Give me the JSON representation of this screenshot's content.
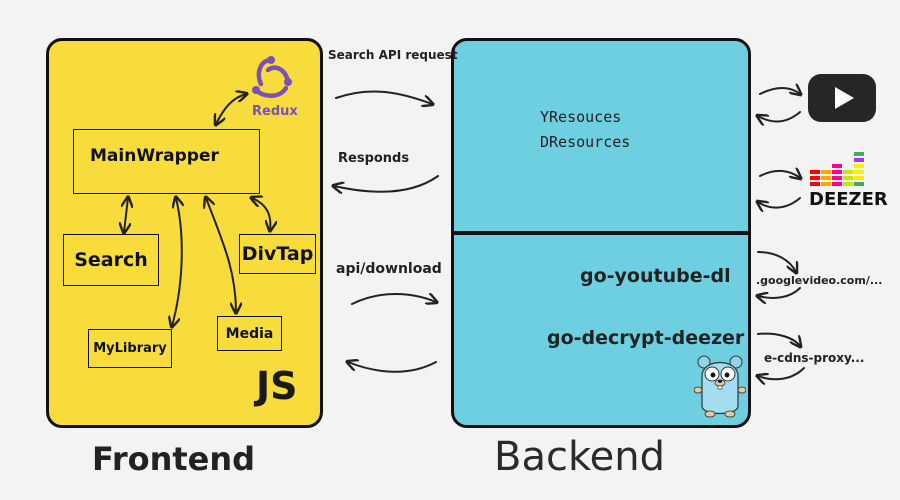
{
  "frontend": {
    "caption": "Frontend",
    "redux_label": "Redux",
    "js_label": "JS",
    "components": {
      "mainwrapper": "MainWrapper",
      "search": "Search",
      "divtap": "DivTap",
      "mylibrary": "MyLibrary",
      "media": "Media"
    }
  },
  "backend": {
    "caption": "Backend",
    "resources": [
      "YResouces",
      "DResources"
    ],
    "modules": [
      "go-youtube-dl",
      "go-decrypt-deezer"
    ]
  },
  "connections": {
    "search_api": "Search API request",
    "responds": "Responds",
    "api_download": "api/download"
  },
  "external": {
    "deezer_label": "DEEZER",
    "googlevideo": ".googlevideo.com/...",
    "cdns_proxy": "e-cdns-proxy..."
  },
  "colors": {
    "frontend_bg": "#f7dc3b",
    "backend_bg": "#6ecfe0",
    "redux": "#7b50b8",
    "youtube": "#262626"
  }
}
